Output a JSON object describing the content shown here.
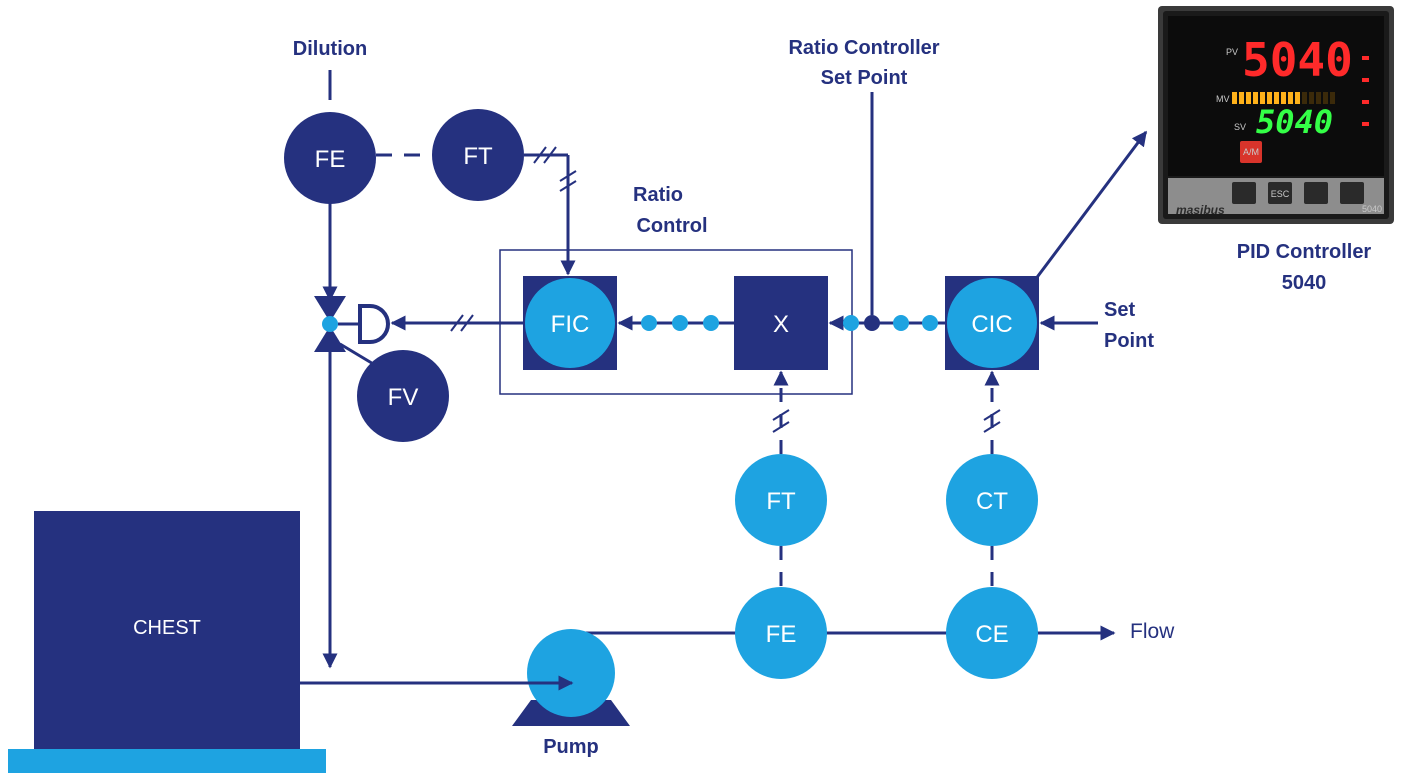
{
  "labels": {
    "dilution": "Dilution",
    "ratio_control_line1": "Ratio",
    "ratio_control_line2": "Control",
    "ratio_sp_line1": "Ratio Controller",
    "ratio_sp_line2": "Set Point",
    "pid_line1": "PID Controller",
    "pid_line2": "5040",
    "set_point_line1": "Set",
    "set_point_line2": "Point",
    "pump": "Pump",
    "flow": "Flow",
    "chest": "CHEST"
  },
  "nodes": {
    "fe_top": "FE",
    "ft_top": "FT",
    "fv": "FV",
    "fic": "FIC",
    "multiplier": "X",
    "cic": "CIC",
    "ft_bottom": "FT",
    "ct": "CT",
    "fe_bottom": "FE",
    "ce": "CE"
  },
  "controller_panel": {
    "pv_value": "5040",
    "sv_value": "5040",
    "pv_tag": "PV",
    "sv_tag": "SV",
    "mv_tag": "MV",
    "am_label": "A/M",
    "esc_label": "ESC",
    "brand": "masibus",
    "model": "5040"
  },
  "colors": {
    "navy": "#25317f",
    "light_blue": "#1ea3e1",
    "red_display": "#ff2a2a",
    "green_display": "#34ff47"
  }
}
